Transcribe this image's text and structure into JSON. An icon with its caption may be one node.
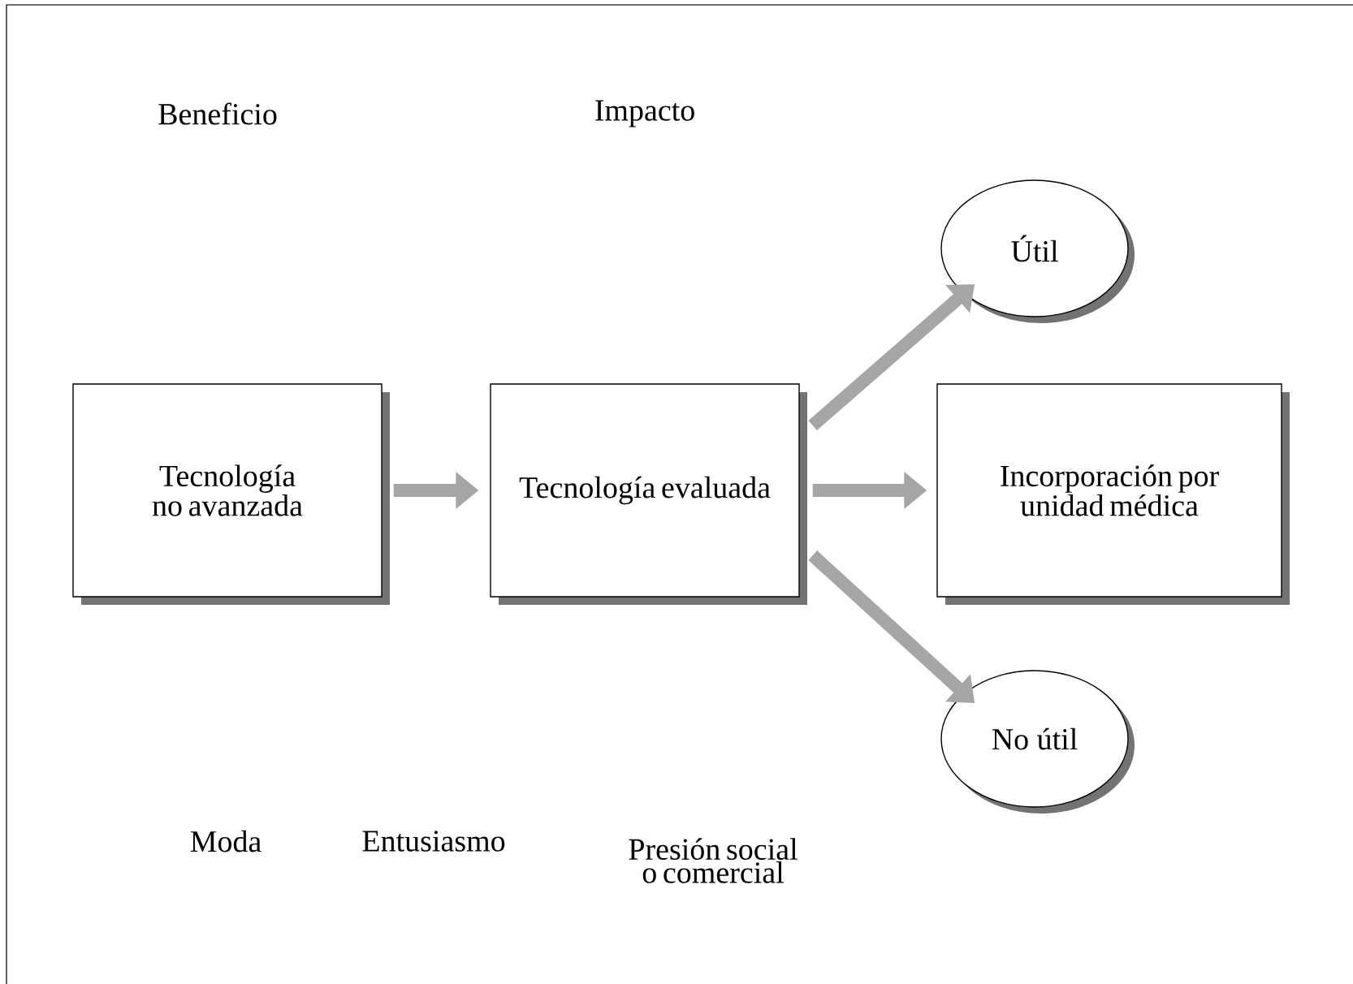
{
  "diagram": {
    "nodes": [
      {
        "text": [
          "Tecnología no avanzada"
        ]
      },
      {
        "text": [
          "Tecnología evaluada"
        ]
      },
      {
        "text": [
          "Útil"
        ]
      },
      {
        "text": [
          "Incorporación por unidad médica"
        ]
      },
      {
        "text": [
          "No útil"
        ]
      }
    ],
    "edges": [
      {
        "from": 0,
        "to": 1,
        "arrow": "to"
      },
      {
        "from": 1,
        "to": 2,
        "arrow": "to"
      },
      {
        "from": 1,
        "to": 3,
        "arrow": "to"
      },
      {
        "from": 1,
        "to": 4,
        "arrow": "to"
      }
    ],
    "labels": [
      "Beneficio",
      "Impacto",
      "Moda",
      "Entusiasmo",
      "Presión social o comercial"
    ]
  }
}
